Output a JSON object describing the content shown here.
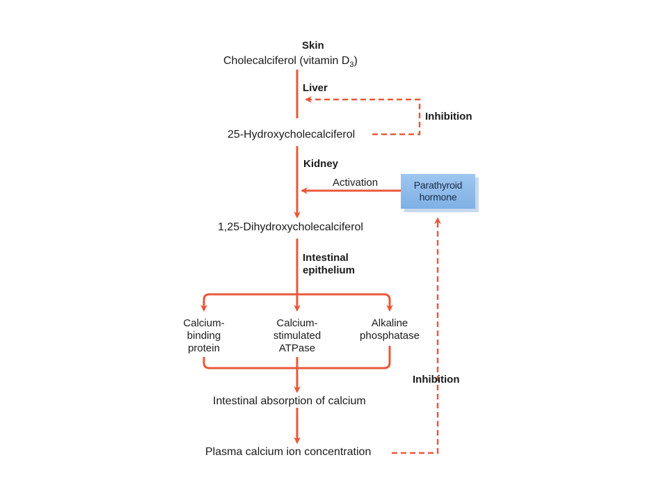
{
  "colors": {
    "arrow": "#e8583a",
    "box": "#8bb8e8"
  },
  "nodes": {
    "skin": "Skin",
    "cholecalciferol_main": "Cholecalciferol (vitamin D",
    "cholecalciferol_sub": "3",
    "cholecalciferol_close": ")",
    "liver": "Liver",
    "inhibition_top": "Inhibition",
    "hydroxy25": "25-Hydroxycholecalciferol",
    "kidney": "Kidney",
    "activation": "Activation",
    "pth_line1": "Parathyroid",
    "pth_line2": "hormone",
    "dihydroxy": "1,25-Dihydroxycholecalciferol",
    "intestinal_line1": "Intestinal",
    "intestinal_line2": "epithelium",
    "cbp_line1": "Calcium-",
    "cbp_line2": "binding",
    "cbp_line3": "protein",
    "csa_line1": "Calcium-",
    "csa_line2": "stimulated",
    "csa_line3": "ATPase",
    "alk_line1": "Alkaline",
    "alk_line2": "phosphatase",
    "inhibition_bottom": "Inhibition",
    "absorption": "Intestinal absorption of calcium",
    "plasma": "Plasma calcium ion concentration"
  }
}
